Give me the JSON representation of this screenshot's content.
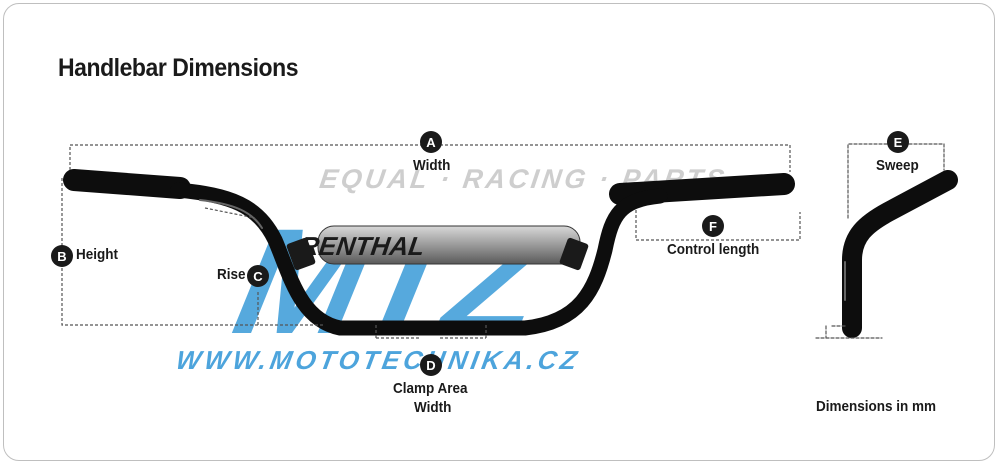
{
  "title": "Handlebar Dimensions",
  "watermark": {
    "tagline": "EQUAL · RACING · PARTS",
    "logo": "MTZ",
    "url": "WWW.MOTOTECHNIKA.CZ",
    "brand_pad": "RENTHAL"
  },
  "dimensions": {
    "a": {
      "marker": "A",
      "label": "Width"
    },
    "b": {
      "marker": "B",
      "label": "Height"
    },
    "c": {
      "marker": "C",
      "label": "Rise"
    },
    "d": {
      "marker": "D",
      "label_line1": "Clamp Area",
      "label_line2": "Width"
    },
    "e": {
      "marker": "E",
      "label": "Sweep"
    },
    "f": {
      "marker": "F",
      "label": "Control length"
    }
  },
  "units_note": "Dimensions in mm",
  "colors": {
    "bar": "#0d0d0d",
    "watermark_blue": "#3a9bd9",
    "watermark_grey": "#c9c9c9",
    "text": "#1a1a1a"
  }
}
